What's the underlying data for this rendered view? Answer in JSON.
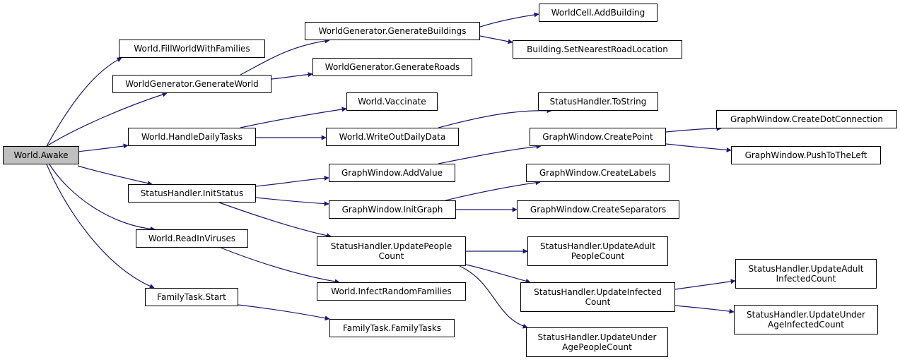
{
  "diagram": {
    "edge_color": "#191970",
    "root_fill": "#bfbfbf",
    "nodes": {
      "awake": {
        "lines": [
          "World.Awake"
        ]
      },
      "fill_families": {
        "lines": [
          "World.FillWorldWithFamilies"
        ]
      },
      "generate_world": {
        "lines": [
          "WorldGenerator.GenerateWorld"
        ]
      },
      "handle_daily": {
        "lines": [
          "World.HandleDailyTasks"
        ]
      },
      "init_status": {
        "lines": [
          "StatusHandler.InitStatus"
        ]
      },
      "read_viruses": {
        "lines": [
          "World.ReadInViruses"
        ]
      },
      "family_start": {
        "lines": [
          "FamilyTask.Start"
        ]
      },
      "generate_buildings": {
        "lines": [
          "WorldGenerator.GenerateBuildings"
        ]
      },
      "generate_roads": {
        "lines": [
          "WorldGenerator.GenerateRoads"
        ]
      },
      "vaccinate": {
        "lines": [
          "World.Vaccinate"
        ]
      },
      "write_daily": {
        "lines": [
          "World.WriteOutDailyData"
        ]
      },
      "add_value": {
        "lines": [
          "GraphWindow.AddValue"
        ]
      },
      "init_graph": {
        "lines": [
          "GraphWindow.InitGraph"
        ]
      },
      "update_people": {
        "lines": [
          "StatusHandler.UpdatePeople",
          "Count"
        ]
      },
      "infect_random": {
        "lines": [
          "World.InfectRandomFamilies"
        ]
      },
      "family_tasks": {
        "lines": [
          "FamilyTask.FamilyTasks"
        ]
      },
      "add_building": {
        "lines": [
          "WorldCell.AddBuilding"
        ]
      },
      "nearest_road": {
        "lines": [
          "Building.SetNearestRoadLocation"
        ]
      },
      "to_string": {
        "lines": [
          "StatusHandler.ToString"
        ]
      },
      "create_point": {
        "lines": [
          "GraphWindow.CreatePoint"
        ]
      },
      "create_labels": {
        "lines": [
          "GraphWindow.CreateLabels"
        ]
      },
      "create_separators": {
        "lines": [
          "GraphWindow.CreateSeparators"
        ]
      },
      "update_adult_people": {
        "lines": [
          "StatusHandler.UpdateAdult",
          "PeopleCount"
        ]
      },
      "update_infected": {
        "lines": [
          "StatusHandler.UpdateInfected",
          "Count"
        ]
      },
      "update_underage_people": {
        "lines": [
          "StatusHandler.UpdateUnder",
          "AgePeopleCount"
        ]
      },
      "dot_connection": {
        "lines": [
          "GraphWindow.CreateDotConnection"
        ]
      },
      "push_left": {
        "lines": [
          "GraphWindow.PushToTheLeft"
        ]
      },
      "update_adult_infected": {
        "lines": [
          "StatusHandler.UpdateAdult",
          "InfectedCount"
        ]
      },
      "update_underage_infected": {
        "lines": [
          "StatusHandler.UpdateUnder",
          "AgeInfectedCount"
        ]
      }
    },
    "edges": [
      {
        "from": "awake",
        "to": "fill_families"
      },
      {
        "from": "awake",
        "to": "generate_world"
      },
      {
        "from": "awake",
        "to": "handle_daily"
      },
      {
        "from": "awake",
        "to": "init_status"
      },
      {
        "from": "awake",
        "to": "read_viruses"
      },
      {
        "from": "awake",
        "to": "family_start"
      },
      {
        "from": "generate_world",
        "to": "generate_buildings"
      },
      {
        "from": "generate_world",
        "to": "generate_roads"
      },
      {
        "from": "generate_buildings",
        "to": "add_building"
      },
      {
        "from": "generate_buildings",
        "to": "nearest_road"
      },
      {
        "from": "handle_daily",
        "to": "vaccinate"
      },
      {
        "from": "handle_daily",
        "to": "write_daily"
      },
      {
        "from": "write_daily",
        "to": "to_string"
      },
      {
        "from": "init_status",
        "to": "add_value"
      },
      {
        "from": "init_status",
        "to": "init_graph"
      },
      {
        "from": "init_status",
        "to": "update_people"
      },
      {
        "from": "add_value",
        "to": "create_point"
      },
      {
        "from": "create_point",
        "to": "dot_connection"
      },
      {
        "from": "create_point",
        "to": "push_left"
      },
      {
        "from": "init_graph",
        "to": "create_labels"
      },
      {
        "from": "init_graph",
        "to": "create_separators"
      },
      {
        "from": "update_people",
        "to": "update_adult_people"
      },
      {
        "from": "update_people",
        "to": "update_infected"
      },
      {
        "from": "update_people",
        "to": "update_underage_people"
      },
      {
        "from": "update_infected",
        "to": "update_adult_infected"
      },
      {
        "from": "update_infected",
        "to": "update_underage_infected"
      },
      {
        "from": "read_viruses",
        "to": "infect_random"
      },
      {
        "from": "family_start",
        "to": "family_tasks"
      }
    ]
  }
}
